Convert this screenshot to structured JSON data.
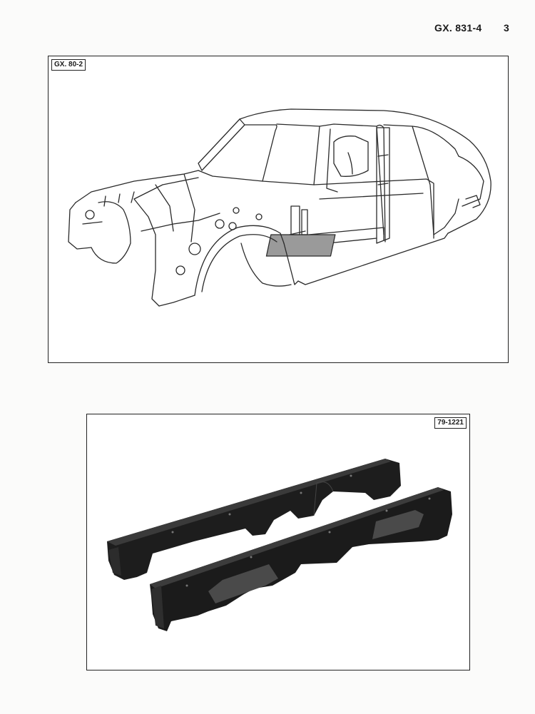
{
  "header": {
    "reference": "GX. 831-4",
    "page_number": "3"
  },
  "figures": [
    {
      "label": "GX. 80-2",
      "icon": "car-body-shell-drawing"
    },
    {
      "label": "79-1221",
      "icon": "side-sill-members-photo"
    }
  ]
}
